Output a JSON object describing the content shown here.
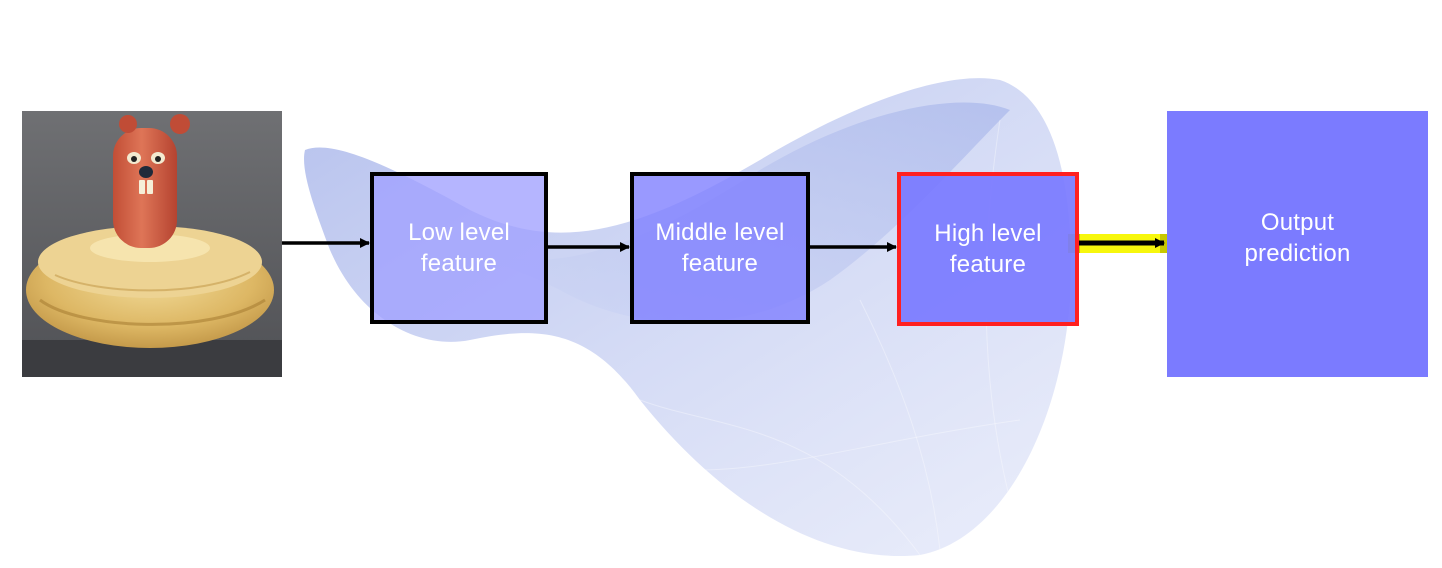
{
  "diagram": {
    "nodes": [
      {
        "id": "low",
        "label": "Low level\nfeature"
      },
      {
        "id": "mid",
        "label": "Middle level\nfeature"
      },
      {
        "id": "high",
        "label": "High level\nfeature"
      },
      {
        "id": "out",
        "label": "Output\nprediction"
      }
    ],
    "edges": [
      {
        "from": "input-image",
        "to": "low"
      },
      {
        "from": "low",
        "to": "mid"
      },
      {
        "from": "mid",
        "to": "high"
      },
      {
        "from": "high",
        "to": "out",
        "highlighted": true
      }
    ]
  },
  "colors": {
    "node_border": "#000000",
    "highlight_border": "#ff2020",
    "highlight_arrow": "#ffff00",
    "output_fill": "#7b7bff",
    "surface": "#b8c2ee"
  },
  "icons": {
    "input_image": "sausage-groundhog-on-pastry-photo"
  }
}
